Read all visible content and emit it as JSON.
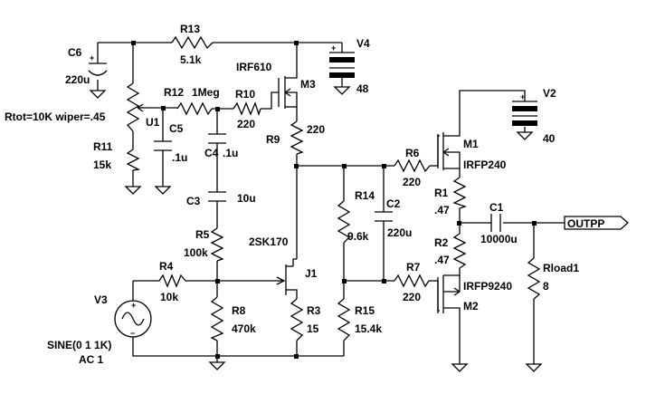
{
  "components": {
    "c6": {
      "ref": "C6",
      "value": "220u"
    },
    "r13": {
      "ref": "R13",
      "value": "5.1k"
    },
    "v4": {
      "ref": "V4",
      "value": "48"
    },
    "m3": {
      "ref": "M3",
      "model": "IRF610"
    },
    "r12": {
      "ref": "R12",
      "value": "1Meg"
    },
    "r10": {
      "ref": "R10",
      "value": "220"
    },
    "r9": {
      "ref": "R9",
      "value": "220"
    },
    "u1": {
      "ref": "U1",
      "param": "Rtot=10K wiper=.45"
    },
    "c5": {
      "ref": "C5",
      "value": ".1u"
    },
    "c4": {
      "ref": "C4",
      "value": ".1u"
    },
    "r11": {
      "ref": "R11",
      "value": "15k"
    },
    "c3": {
      "ref": "C3",
      "value": "10u"
    },
    "r5": {
      "ref": "R5",
      "value": "100k"
    },
    "j1": {
      "ref": "J1",
      "model": "2SK170"
    },
    "r4": {
      "ref": "R4",
      "value": "10k"
    },
    "v3": {
      "ref": "V3",
      "source": "SINE(0 1 1K)",
      "ac": "AC 1"
    },
    "r8": {
      "ref": "R8",
      "value": "470k"
    },
    "r3": {
      "ref": "R3",
      "value": "15"
    },
    "r14": {
      "ref": "R14",
      "value": "9.6k"
    },
    "c2": {
      "ref": "C2",
      "value": "220u"
    },
    "r15": {
      "ref": "R15",
      "value": "15.4k"
    },
    "r6": {
      "ref": "R6",
      "value": "220"
    },
    "r7": {
      "ref": "R7",
      "value": "220"
    },
    "m1": {
      "ref": "M1",
      "model": "IRFP240"
    },
    "m2": {
      "ref": "M2",
      "model": "IRFP9240"
    },
    "r1": {
      "ref": "R1",
      "value": ".47"
    },
    "r2": {
      "ref": "R2",
      "value": ".47"
    },
    "v2": {
      "ref": "V2",
      "value": "40"
    },
    "c1": {
      "ref": "C1",
      "value": "10000u"
    },
    "rload": {
      "ref": "Rload1",
      "value": "8"
    }
  },
  "net_label": "OUTPP",
  "polarity": {
    "plus": "+",
    "minus": "−"
  }
}
